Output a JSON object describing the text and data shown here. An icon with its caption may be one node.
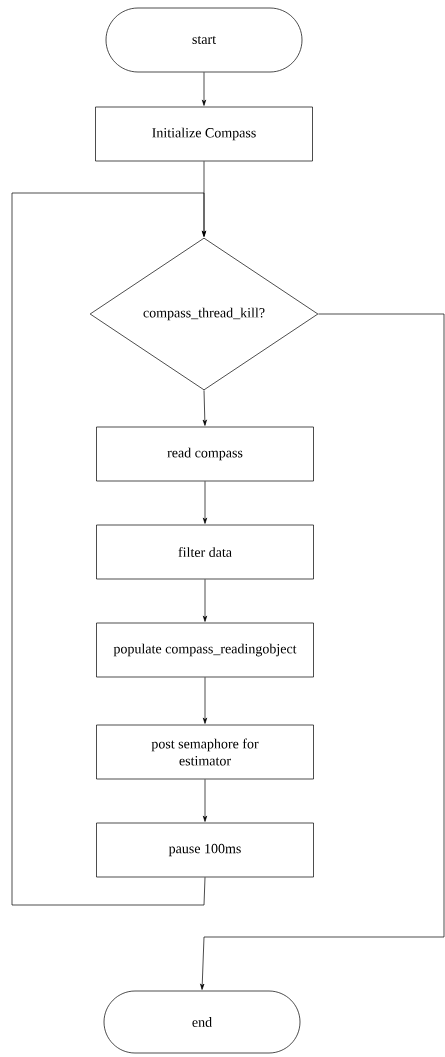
{
  "diagram": {
    "nodes": [
      {
        "text": [
          "start"
        ]
      },
      {
        "text": [
          "Initialize Compass"
        ]
      },
      {
        "text": [
          "compass_thread_kill?"
        ]
      },
      {
        "text": [
          "read compass"
        ]
      },
      {
        "text": [
          "filter data"
        ]
      },
      {
        "text": [
          "populate compass_readingobject"
        ]
      },
      {
        "text": [
          "post semaphore for estimator"
        ]
      },
      {
        "text": [
          "pause 100ms"
        ]
      },
      {
        "text": [
          "end"
        ]
      }
    ],
    "edges": [
      {
        "from": 0,
        "to": 1,
        "arrow": "to"
      },
      {
        "from": 1,
        "to": 2,
        "arrow": "to"
      },
      {
        "from": 2,
        "to": 3,
        "arrow": "to"
      },
      {
        "from": 3,
        "to": 4,
        "arrow": "to"
      },
      {
        "from": 4,
        "to": 5,
        "arrow": "to"
      },
      {
        "from": 5,
        "to": 6,
        "arrow": "to"
      },
      {
        "from": 6,
        "to": 7,
        "arrow": "to"
      },
      {
        "from": 7,
        "to": 2,
        "arrow": "to"
      },
      {
        "from": 2,
        "to": 8,
        "arrow": "to"
      }
    ]
  }
}
